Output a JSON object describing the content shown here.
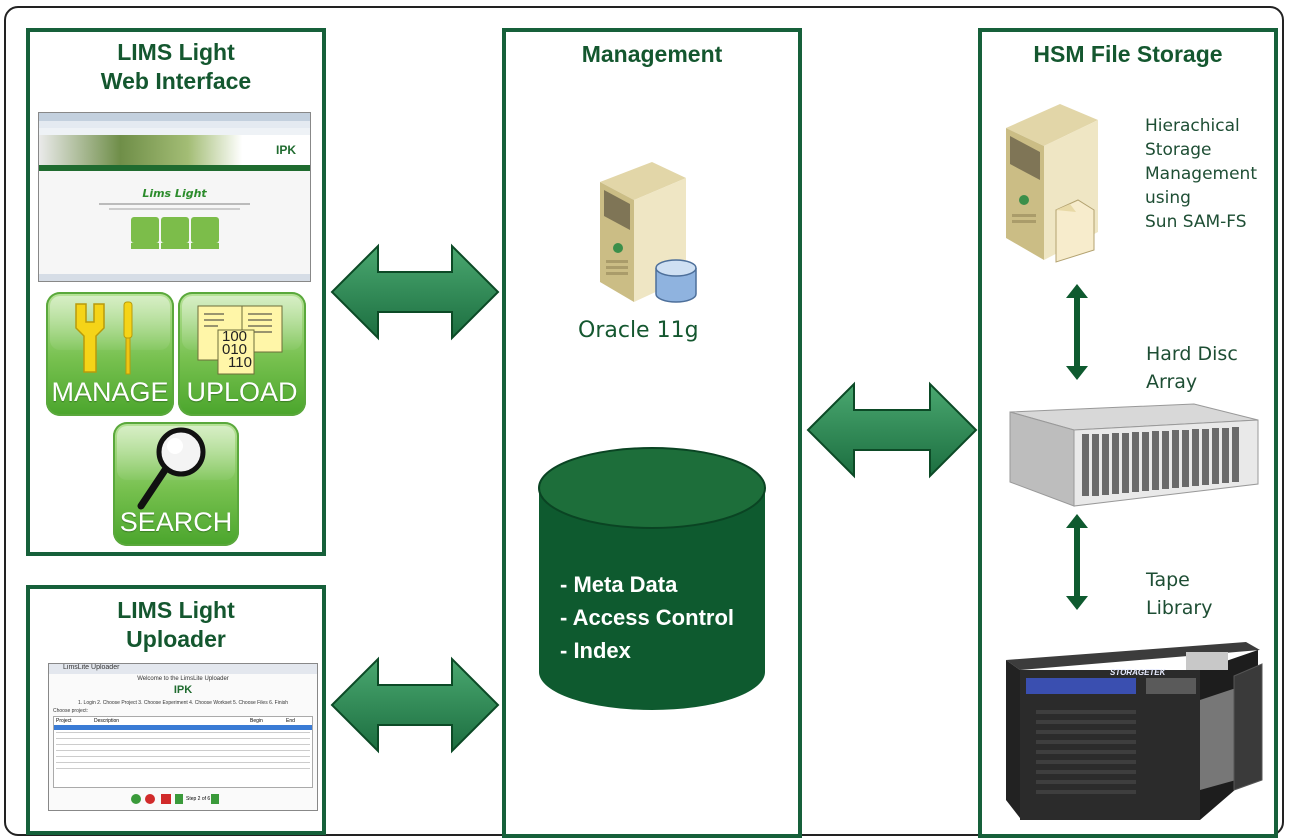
{
  "panels": {
    "web": {
      "title_line1": "LIMS Light",
      "title_line2": "Web Interface"
    },
    "uploader": {
      "title_line1": "LIMS Light",
      "title_line2": "Uploader"
    },
    "management": {
      "title": "Management"
    },
    "storage": {
      "title": "HSM File Storage"
    }
  },
  "web_screenshot": {
    "logo": "IPK",
    "title": "Lims Light"
  },
  "tiles": {
    "manage": "MANAGE",
    "upload": "UPLOAD",
    "search": "SEARCH",
    "binary": [
      "100",
      "010",
      "110"
    ]
  },
  "uploader_screenshot": {
    "window_title": "LimsLite Uploader",
    "welcome": "Welcome to the LimsLite Uploader",
    "logo": "IPK",
    "steps": "1. Login 2. Choose Project 3. Choose Experiment 4. Choose Workset 5. Choose Files 6. Finish",
    "choose": "Choose project:",
    "columns": [
      "Project",
      "Description",
      "Begin",
      "End"
    ],
    "step_label": "Step 2 of 6"
  },
  "management": {
    "db_label": "Oracle 11g",
    "cylinder_items": [
      "- Meta Data",
      "- Access Control",
      "- Index"
    ]
  },
  "storage": {
    "hsm_lines": [
      "Hierachical",
      "Storage",
      "Management",
      "using",
      "Sun SAM-FS"
    ],
    "disc_lines": [
      "Hard Disc",
      "Array"
    ],
    "tape_lines": [
      "Tape",
      "Library"
    ],
    "tape_brand": "STORAGETEK"
  },
  "colors": {
    "frame_green": "#16603a",
    "arrow_green": "#2e8b57",
    "dark_green": "#0e5a2f"
  }
}
